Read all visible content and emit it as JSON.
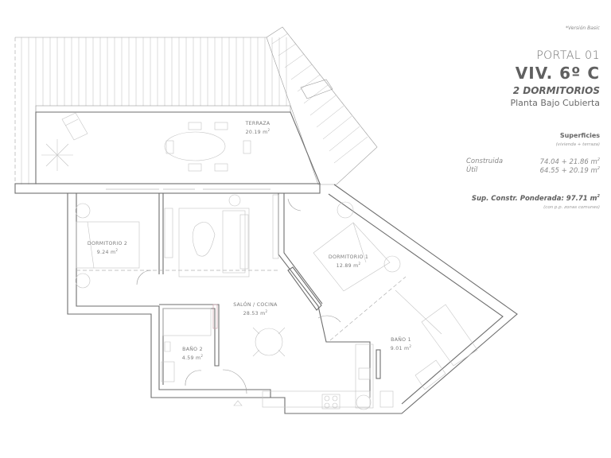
{
  "header": {
    "version_note": "*Versión Basic",
    "portal": "PORTAL 01",
    "unit": "VIV. 6º C",
    "bedrooms": "2 DORMITORIOS",
    "floor": "Planta Bajo Cubierta"
  },
  "surfaces": {
    "title": "Superficies",
    "subtitle": "(vivienda + terraza)",
    "rows": [
      {
        "label": "Construida",
        "value": "74.04 + 21.86 m",
        "unit_exp": "2"
      },
      {
        "label": "Útil",
        "value": "64.55 + 20.19 m",
        "unit_exp": "2"
      }
    ],
    "weighted_label": "Sup. Constr. Ponderada: 97.71 m",
    "weighted_exp": "2",
    "weighted_note": "(con p.p. zonas comunes)"
  },
  "rooms": [
    {
      "name": "TERRAZA",
      "area": "20.19 m",
      "exp": "2"
    },
    {
      "name": "DORMITORIO 2",
      "area": "9.24 m",
      "exp": "2"
    },
    {
      "name": "SALÓN / COCINA",
      "area": "28.53 m",
      "exp": "2"
    },
    {
      "name": "DORMITORIO 1",
      "area": "12.89 m",
      "exp": "2"
    },
    {
      "name": "BAÑO 2",
      "area": "4.59 m",
      "exp": "2"
    },
    {
      "name": "BAÑO 1",
      "area": "9.01 m",
      "exp": "2"
    }
  ],
  "colors": {
    "line": "#6e6e6e",
    "text": "#606060",
    "accent_pink": "#c9a0aa"
  }
}
